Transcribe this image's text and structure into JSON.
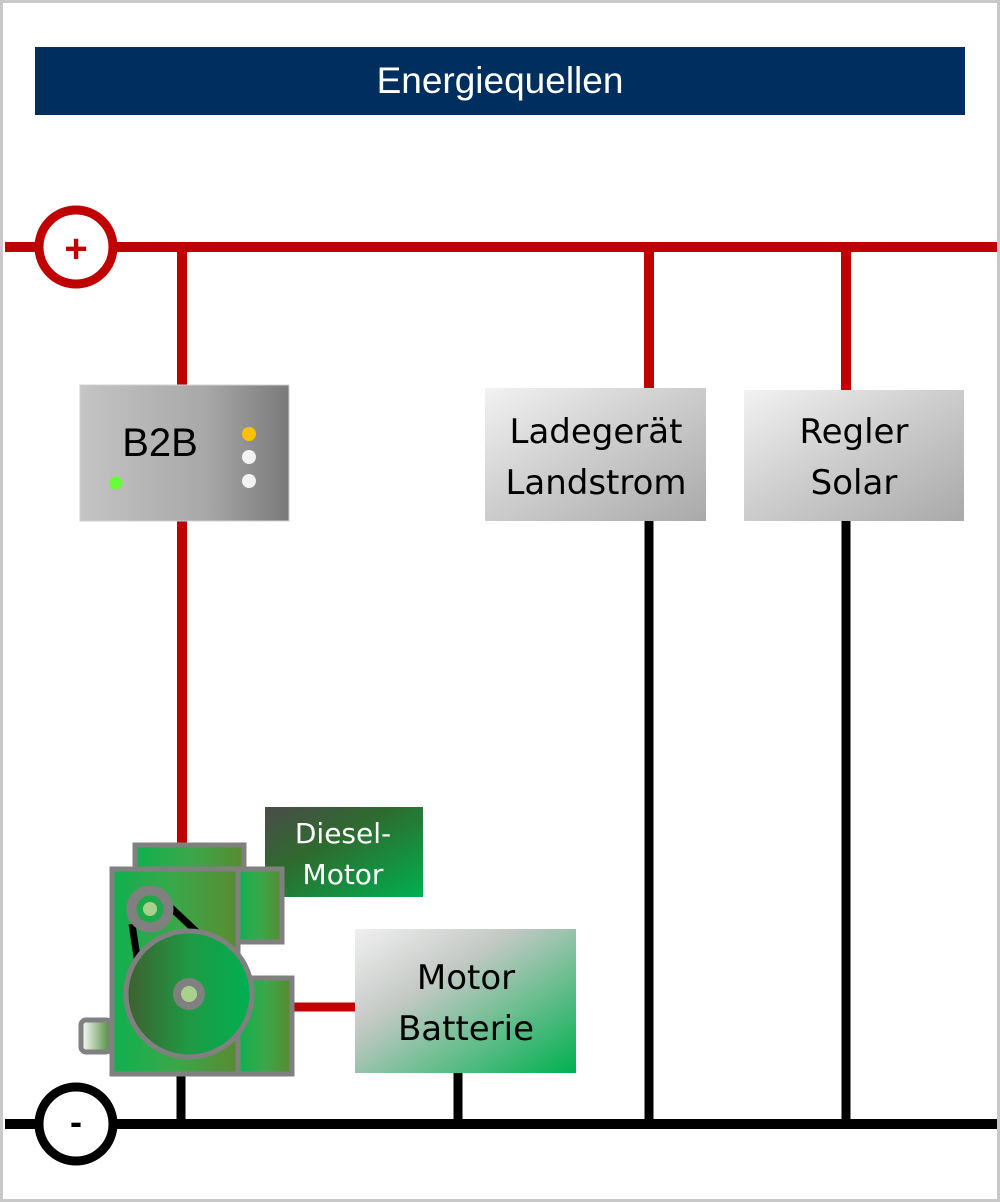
{
  "title": "Energiequellen",
  "terminals": {
    "positive": {
      "symbol": "+",
      "color": "#c00000"
    },
    "negative": {
      "symbol": "-",
      "color": "#000000"
    }
  },
  "components": {
    "b2b": {
      "label": "B2B",
      "leds": [
        "#ffc000",
        "#f2f2f2",
        "#f2f2f2",
        "#66ff33"
      ]
    },
    "charger": {
      "line1": "Ladegerät",
      "line2": "Landstrom"
    },
    "solar": {
      "line1": "Regler",
      "line2": "Solar"
    },
    "engine": {
      "line1": "Diesel-",
      "line2": "Motor"
    },
    "battery": {
      "line1": "Motor",
      "line2": "Batterie"
    }
  },
  "colors": {
    "header_bg": "#002f5f",
    "positive_wire": "#c00000",
    "negative_wire": "#000000",
    "engine_green": "#00b050",
    "engine_outline": "#808080"
  }
}
